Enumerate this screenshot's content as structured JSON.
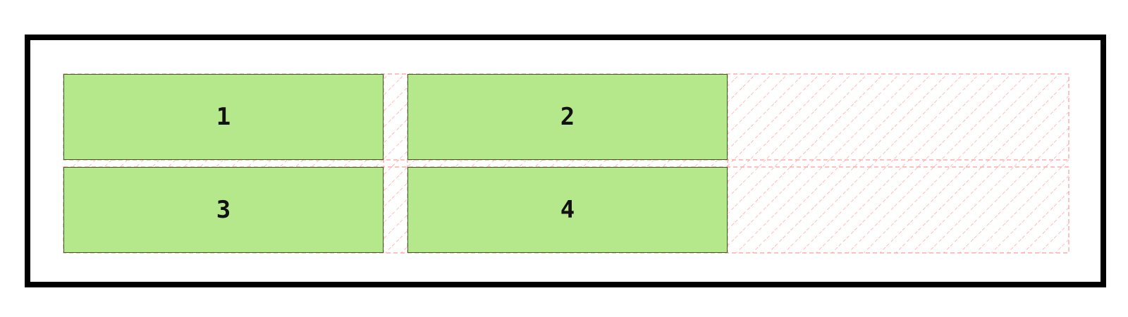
{
  "grid": {
    "columns": 3,
    "rows": 2,
    "filled_cells": 4,
    "empty_cells": 2,
    "item_color": "#b5e78b",
    "item_border_color": "#3a5a2a",
    "grid_line_color": "#ff9a9a",
    "container_border_color": "#000000",
    "items": [
      {
        "label": "1"
      },
      {
        "label": "2"
      },
      {
        "label": "3"
      },
      {
        "label": "4"
      }
    ]
  }
}
